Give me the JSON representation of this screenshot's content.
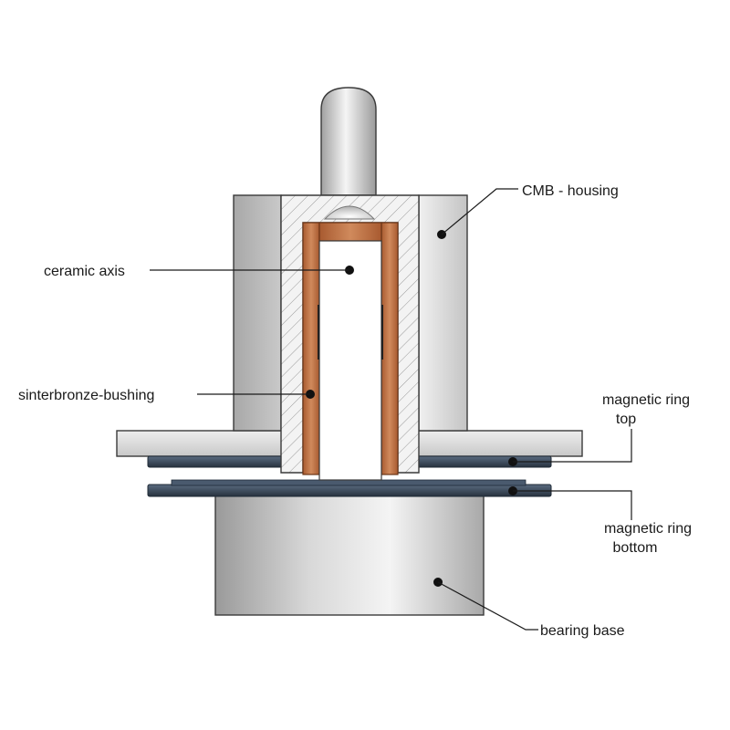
{
  "labels": {
    "housing": "CMB - housing",
    "ceramic_axis": "ceramic axis",
    "bushing": "sinterbronze-bushing",
    "ring_top_line1": "magnetic ring",
    "ring_top_line2": "top",
    "ring_bottom_line1": "magnetic ring",
    "ring_bottom_line2": "bottom",
    "base": "bearing base"
  },
  "colors": {
    "steel_light": "#e6e6e6",
    "steel_dark": "#9c9c9c",
    "bronze": "#b5673a",
    "bronze_light": "#d89a6e",
    "ring": "#3b4a5c",
    "hatch": "#9a9a9a",
    "axis_white": "#ffffff"
  }
}
